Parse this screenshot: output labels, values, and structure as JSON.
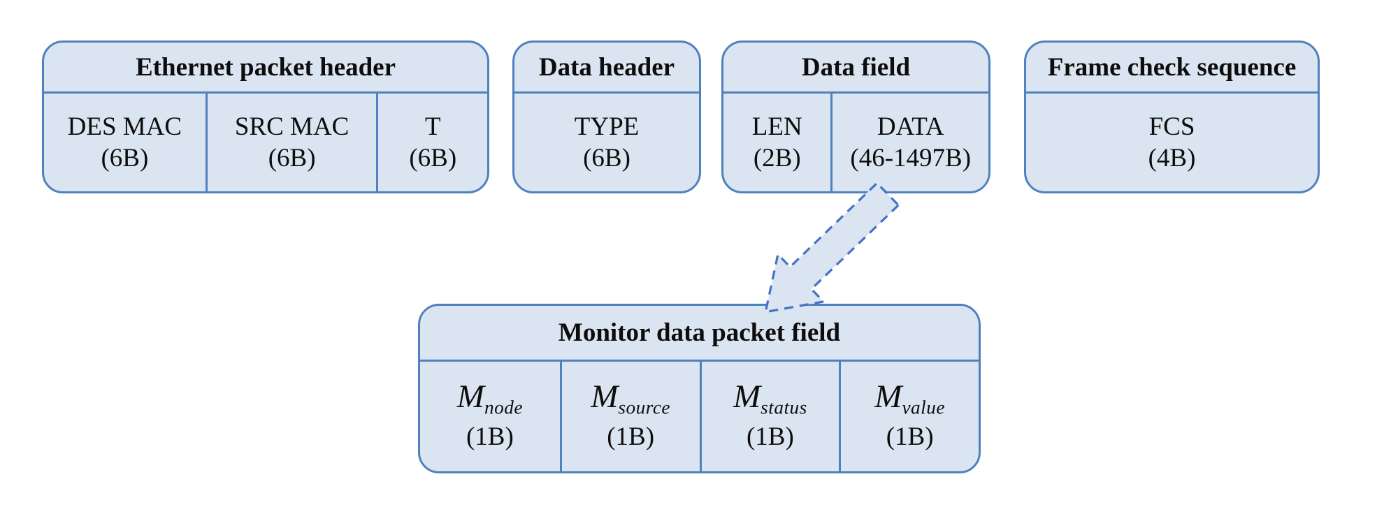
{
  "diagram": {
    "colors": {
      "box_fill": "#dbe5f1",
      "box_border": "#4f81bd",
      "arrow_stroke": "#4472c4",
      "text": "#0d0d0d",
      "background": "#ffffff"
    },
    "boxes": [
      {
        "title": "Ethernet packet header",
        "cells": [
          {
            "label": "DES MAC",
            "size": "(6B)"
          },
          {
            "label": "SRC MAC",
            "size": "(6B)"
          },
          {
            "label": "T",
            "size": "(6B)"
          }
        ]
      },
      {
        "title": "Data header",
        "cells": [
          {
            "label": "TYPE",
            "size": "(6B)"
          }
        ]
      },
      {
        "title": "Data field",
        "cells": [
          {
            "label": "LEN",
            "size": "(2B)"
          },
          {
            "label": "DATA",
            "size": "(46-1497B)"
          }
        ]
      },
      {
        "title": "Frame check sequence",
        "cells": [
          {
            "label": "FCS",
            "size": "(4B)"
          }
        ]
      },
      {
        "title": "Monitor data packet field",
        "cells": [
          {
            "label": "M",
            "sub": "node",
            "size": "(1B)"
          },
          {
            "label": "M",
            "sub": "source",
            "size": "(1B)"
          },
          {
            "label": "M",
            "sub": "status",
            "size": "(1B)"
          },
          {
            "label": "M",
            "sub": "value",
            "size": "(1B)"
          }
        ]
      }
    ],
    "arrow": {
      "from": "DATA",
      "to": "Monitor data packet field",
      "style": "dashed-block-arrow"
    }
  }
}
